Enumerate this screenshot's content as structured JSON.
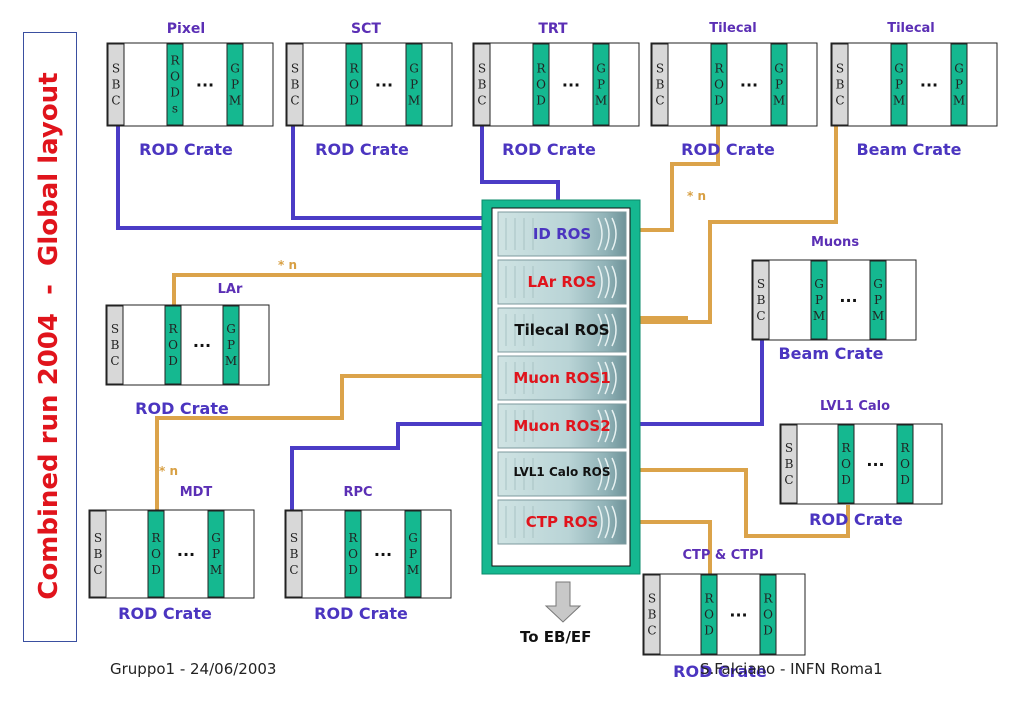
{
  "side_title": "Combined run 2004  -  Global layout",
  "detectors": {
    "pixel": "Pixel",
    "sct": "SCT",
    "trt": "TRT",
    "tilecal_rod": "Tilecal",
    "tilecal_beam": "Tilecal",
    "muons": "Muons",
    "lar": "LAr",
    "lvl1calo": "LVL1  Calo",
    "mdt": "MDT",
    "rpc": "RPC",
    "ctp": "CTP & CTPI"
  },
  "crate_labels": {
    "pixel": "ROD Crate",
    "sct": "ROD Crate",
    "trt": "ROD Crate",
    "tilecal_rod": "ROD Crate",
    "tilecal_beam": "Beam Crate",
    "muons": "Beam Crate",
    "lar": "ROD Crate",
    "lvl1calo": "ROD Crate",
    "mdt": "ROD Crate",
    "rpc": "ROD Crate",
    "ctp": "ROD Crate"
  },
  "crate_cells": {
    "sbc": "SBC",
    "rod": "ROD",
    "rods": "RODs",
    "gpm": "GPM",
    "ellipsis": "..."
  },
  "ros_units": [
    {
      "label": "ID ROS",
      "color": "#4b35c0"
    },
    {
      "label": "LAr ROS",
      "color": "#e0141c"
    },
    {
      "label": "Tilecal ROS",
      "color": "#111111"
    },
    {
      "label": "Muon ROS1",
      "color": "#e0141c"
    },
    {
      "label": "Muon ROS2",
      "color": "#e0141c"
    },
    {
      "label": "LVL1  Calo ROS",
      "color": "#111111"
    },
    {
      "label": "CTP ROS",
      "color": "#e0141c"
    }
  ],
  "multiplicity": {
    "tilecal": "* n",
    "lar": "* n",
    "mdt": "* n"
  },
  "output_label": "To EB/EF",
  "footer": {
    "left": "Gruppo1 - 24/06/2003",
    "right": "S.Falciano - INFN Roma1"
  },
  "colors": {
    "teal": "#15b890",
    "rack_border": "#0a8a6a",
    "sbc_gray": "#d8d8d8",
    "purple_cable": "#4b3cc6",
    "orange_cable": "#dba34a",
    "title_red": "#e0141c",
    "crate_blue": "#4b35c0"
  }
}
